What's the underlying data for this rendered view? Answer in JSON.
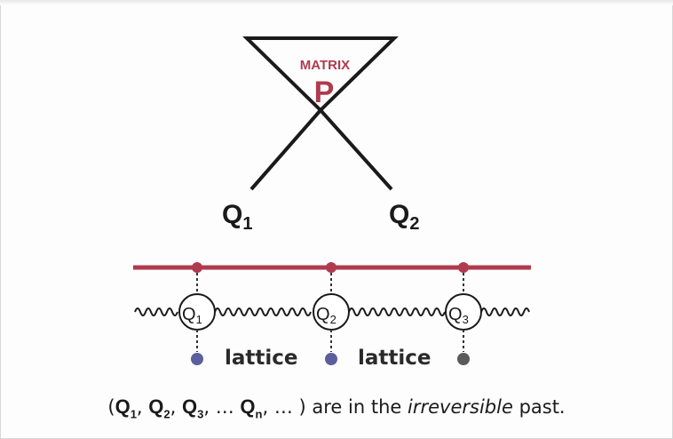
{
  "matrix": {
    "caption": "MATRIX",
    "symbol": "P"
  },
  "outputs": [
    {
      "label": "Q",
      "sub": "1"
    },
    {
      "label": "Q",
      "sub": "2"
    }
  ],
  "lattice_nodes": [
    {
      "label": "Q",
      "sub": "1",
      "anchor_color": "#5b5f9e"
    },
    {
      "label": "Q",
      "sub": "2",
      "anchor_color": "#5b5f9e"
    },
    {
      "label": "Q",
      "sub": "3",
      "anchor_color": "#5a5a5a"
    }
  ],
  "lattice_labels": [
    "lattice",
    "lattice"
  ],
  "caption": {
    "open": "(",
    "items": [
      {
        "label": "Q",
        "sub": "1"
      },
      {
        "label": "Q",
        "sub": "2"
      },
      {
        "label": "Q",
        "sub": "3"
      }
    ],
    "ellipsis": "…",
    "last": {
      "label": "Q",
      "sub": "n"
    },
    "close": " … ) are in the",
    "emphasis": "irreversible",
    "tail": "past."
  },
  "colors": {
    "accent": "#b03a4e",
    "ink": "#1a1a1a"
  }
}
